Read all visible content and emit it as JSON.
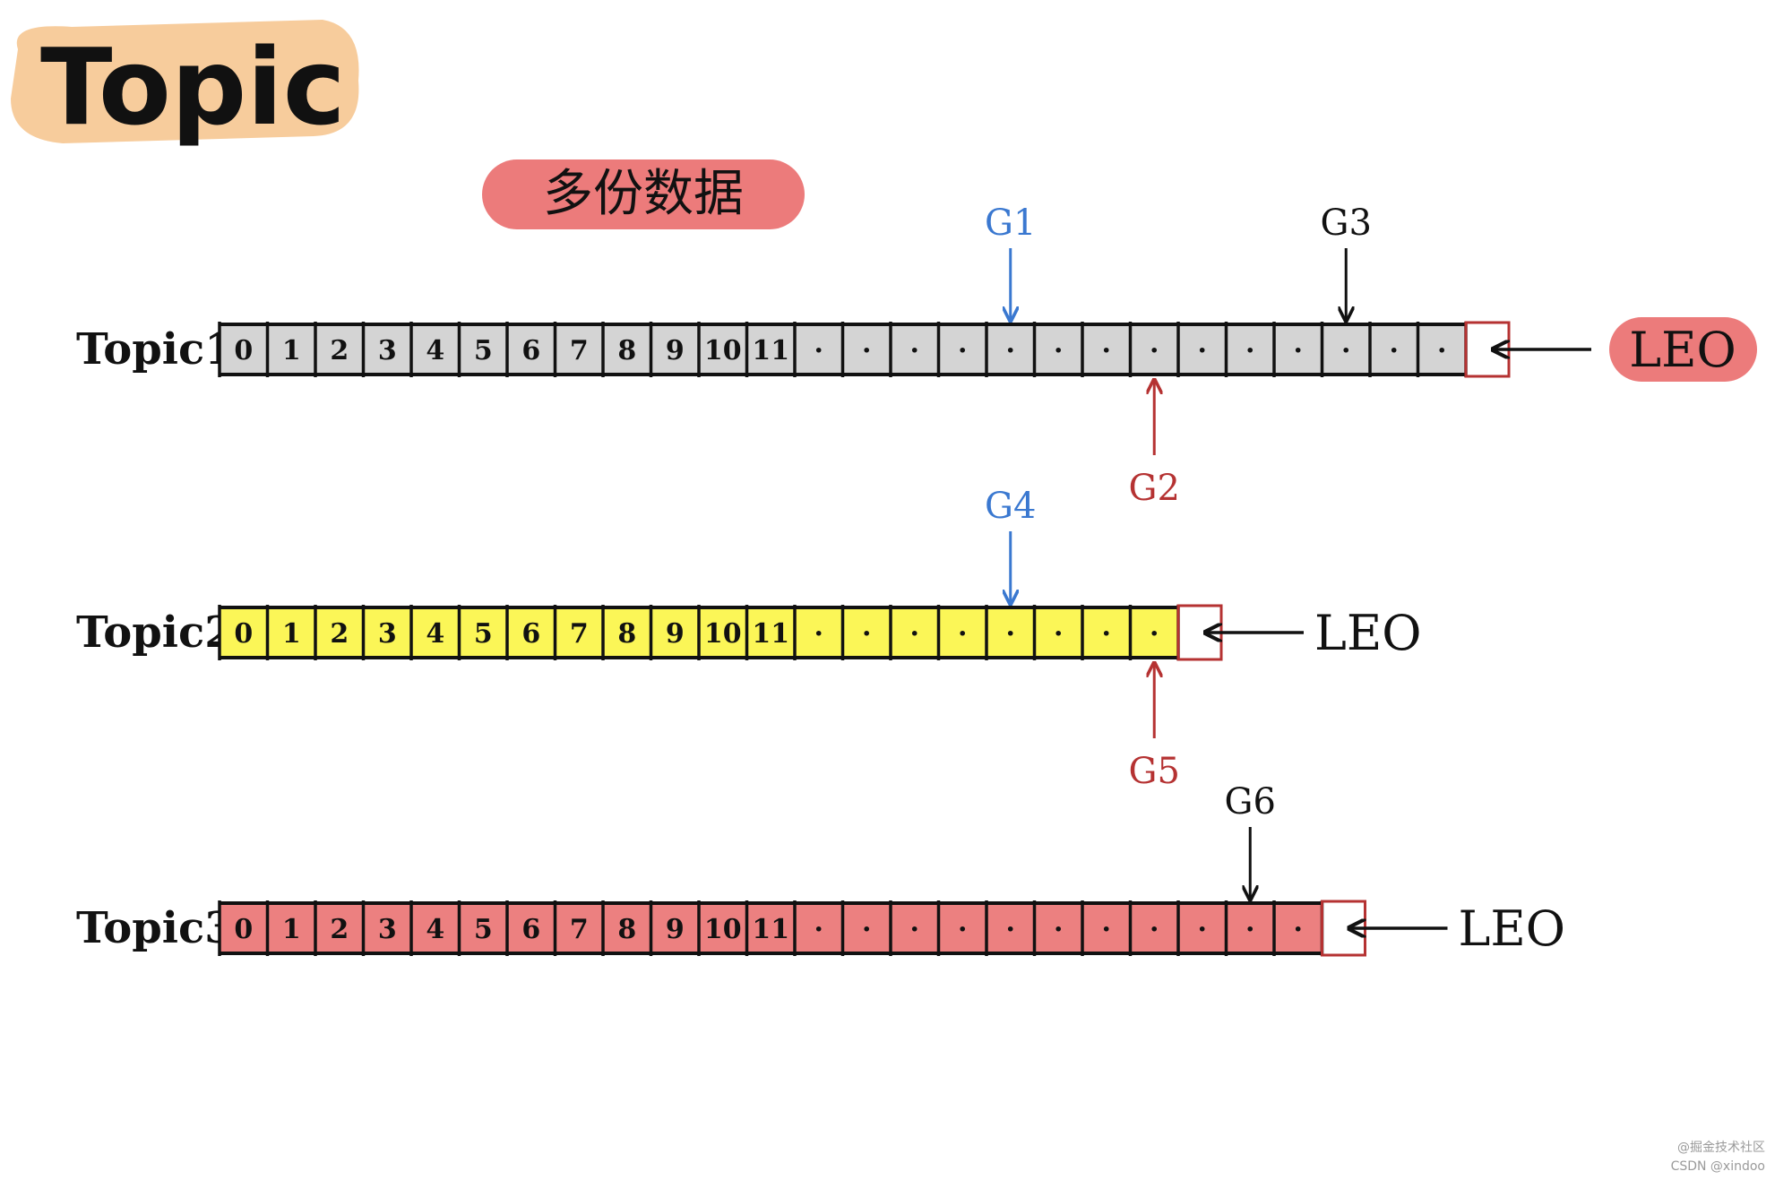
{
  "title": "Topic",
  "subtitle": "多份数据",
  "colors": {
    "title_bg": "#f7cc9c",
    "subtitle_bg": "#ec7b7b",
    "leo_bg": "#ec7b7b",
    "topic1_fill": "#d4d4d4",
    "topic2_fill": "#fbf657",
    "topic3_fill": "#ec8080",
    "blue": "#3a78d0",
    "red": "#b53232",
    "black": "#111111"
  },
  "rows": [
    {
      "label": "Topic1",
      "fill": "#d4d4d4",
      "cells": [
        "0",
        "1",
        "2",
        "3",
        "4",
        "5",
        "6",
        "7",
        "8",
        "9",
        "10",
        "11",
        "·",
        "·",
        "·",
        "·",
        "·",
        "·",
        "·",
        "·",
        "·",
        "·",
        "·",
        "·",
        "·",
        "·"
      ],
      "leo_label": "LEO",
      "leo_badge": true
    },
    {
      "label": "Topic2",
      "fill": "#fbf657",
      "cells": [
        "0",
        "1",
        "2",
        "3",
        "4",
        "5",
        "6",
        "7",
        "8",
        "9",
        "10",
        "11",
        "·",
        "·",
        "·",
        "·",
        "·",
        "·",
        "·",
        "·"
      ],
      "leo_label": "LEO",
      "leo_badge": false
    },
    {
      "label": "Topic3",
      "fill": "#ec8080",
      "cells": [
        "0",
        "1",
        "2",
        "3",
        "4",
        "5",
        "6",
        "7",
        "8",
        "9",
        "10",
        "11",
        "·",
        "·",
        "·",
        "·",
        "·",
        "·",
        "·",
        "·",
        "·",
        "·",
        "·"
      ],
      "leo_label": "LEO",
      "leo_badge": false
    }
  ],
  "pointers": [
    {
      "label": "G1",
      "row": 0,
      "cell": 16,
      "side": "top",
      "color": "#3a78d0"
    },
    {
      "label": "G3",
      "row": 0,
      "cell": 23,
      "side": "top",
      "color": "#111111"
    },
    {
      "label": "G2",
      "row": 0,
      "cell": 19,
      "side": "bottom",
      "color": "#b53232"
    },
    {
      "label": "G4",
      "row": 1,
      "cell": 16,
      "side": "top",
      "color": "#3a78d0"
    },
    {
      "label": "G5",
      "row": 1,
      "cell": 19,
      "side": "bottom",
      "color": "#b53232"
    },
    {
      "label": "G6",
      "row": 2,
      "cell": 21,
      "side": "top",
      "color": "#111111"
    }
  ],
  "watermark": {
    "line1": "@掘金技术社区",
    "line2": "CSDN @xindoo"
  }
}
